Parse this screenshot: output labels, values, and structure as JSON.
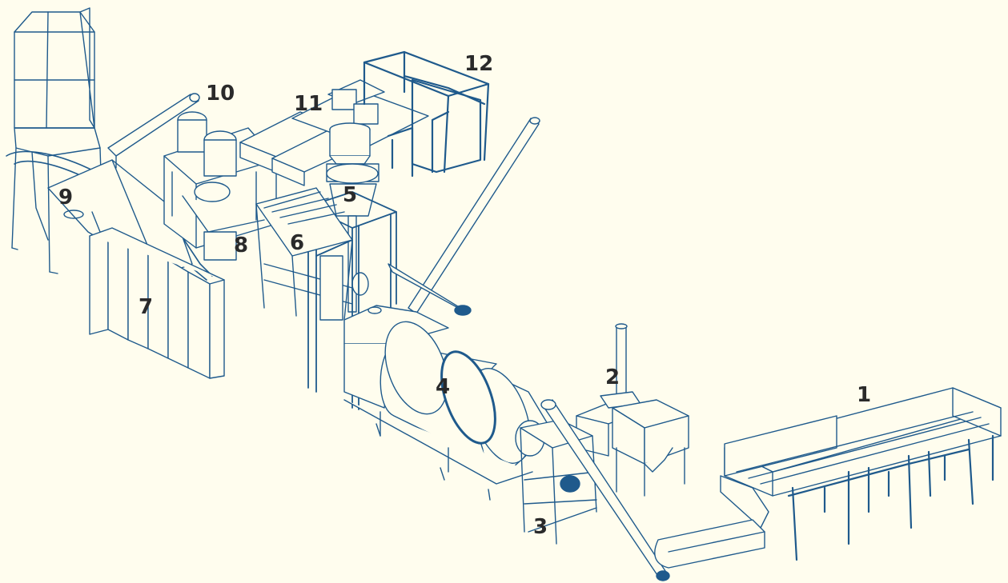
{
  "colors": {
    "background": "#fffdee",
    "line": "#1f5a8c",
    "line_light": "#6f9cc4",
    "label": "#2a2a2a"
  },
  "labels": {
    "l1": "1",
    "l2": "2",
    "l3": "3",
    "l4": "4",
    "l5": "5",
    "l6": "6",
    "l7": "7",
    "l8": "8",
    "l9": "9",
    "l10": "10",
    "l11": "11",
    "l12": "12"
  }
}
